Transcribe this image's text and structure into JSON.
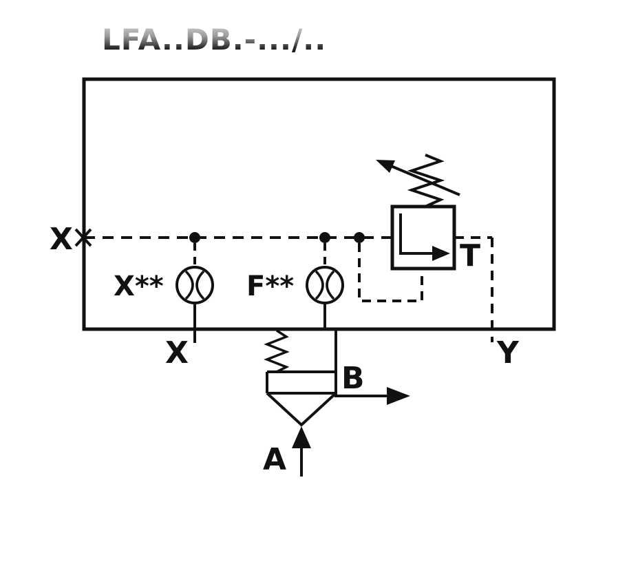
{
  "title": "LFA..DB.-.../..",
  "colors": {
    "line": "#111111",
    "background": "#ffffff"
  },
  "labels": {
    "port_x_left": "X",
    "orifice_x": "X**",
    "orifice_f": "F**",
    "port_t": "T",
    "port_x_bottom": "X",
    "port_y": "Y",
    "port_b": "B",
    "port_a": "A"
  },
  "components": [
    "control-cover-outline",
    "pilot-relief-valve-adjustable",
    "orifice-x",
    "orifice-f",
    "main-cartridge-poppet-valve",
    "pilot-line-x",
    "drain-line-y"
  ]
}
